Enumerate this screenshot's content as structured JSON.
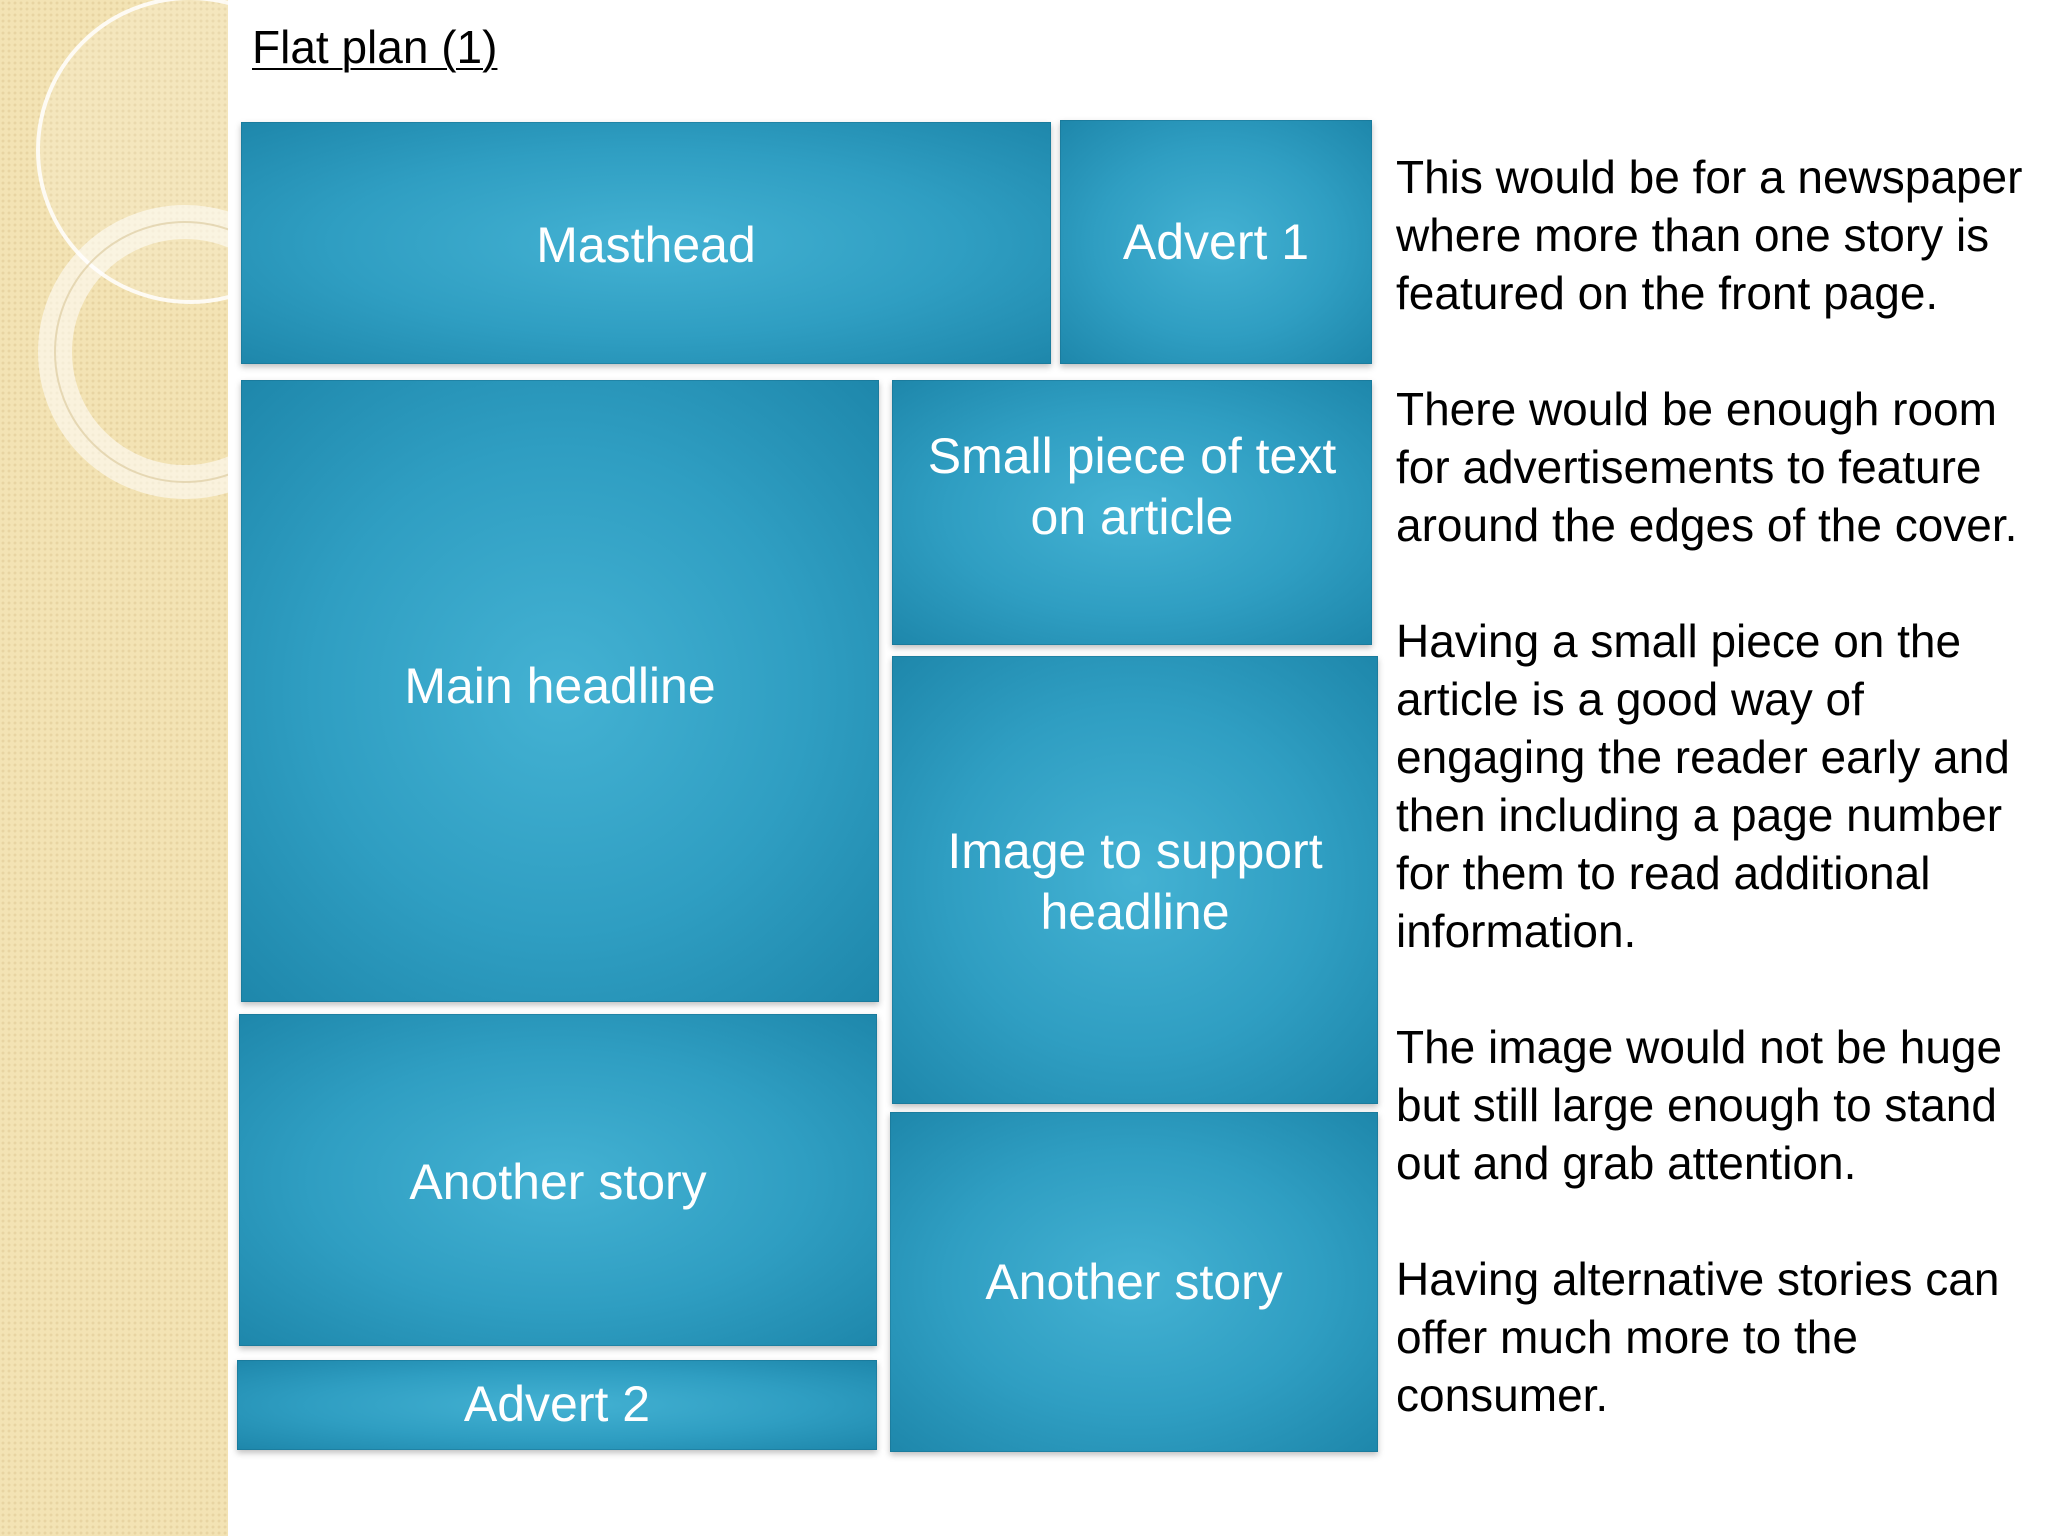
{
  "title": "Flat plan (1)",
  "boxes": {
    "masthead": "Masthead",
    "advert_1": "Advert 1",
    "small_piece": "Small piece of text on article",
    "main_headline": "Main headline",
    "image_support": "Image to support headline",
    "another_story_left": "Another story",
    "another_story_right": "Another story",
    "advert_2": "Advert 2"
  },
  "notes": [
    "This would be for a newspaper where more than one story is featured on the front page.",
    "There would be enough room for advertisements to feature around the edges of the cover.",
    "Having a small piece on the article is a good way of engaging the reader early and then including a page number for them to read additional information.",
    "The image would not be huge but still large enough to stand out and grab attention.",
    "Having alternative stories can offer much more to the consumer."
  ],
  "colors": {
    "box_fill": "#2f9ec2",
    "box_text": "#ffffff",
    "strip_background": "#f3e3b4"
  }
}
